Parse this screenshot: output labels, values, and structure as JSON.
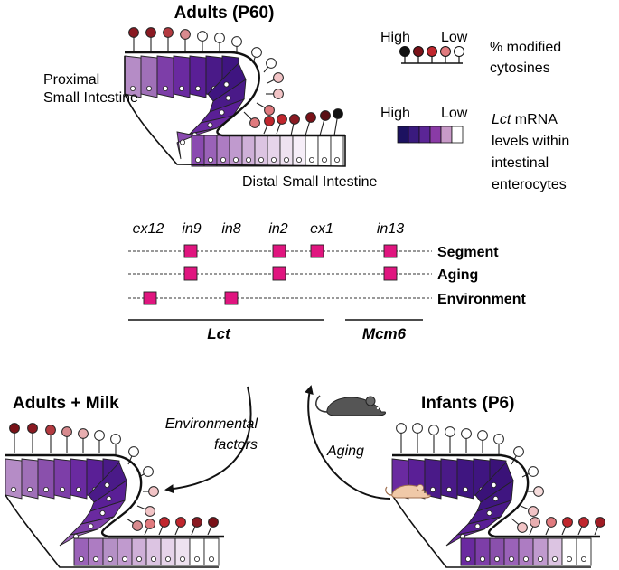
{
  "titles": {
    "adults": "Adults (P60)",
    "adults_milk": "Adults + Milk",
    "infants": "Infants (P6)"
  },
  "regions": {
    "proximal_line1": "Proximal",
    "proximal_line2": "Small Intestine",
    "distal": "Distal Small Intestine"
  },
  "legend": {
    "methylation": {
      "high": "High",
      "low": "Low",
      "label_line1": "% modified",
      "label_line2": "cytosines",
      "colors": [
        "#111111",
        "#7a1218",
        "#c0262d",
        "#e07a7e",
        "#ffffff"
      ]
    },
    "mrna": {
      "high": "High",
      "low": "Low",
      "label_italic": "Lct",
      "label_line1_rest": " mRNA",
      "label_line2": "levels within",
      "label_line3": "intestinal",
      "label_line4": "enterocytes",
      "colors": [
        "#1c1260",
        "#3a1a7e",
        "#5b2596",
        "#8a3ba6",
        "#c89ac8",
        "#ffffff"
      ]
    }
  },
  "track": {
    "segments": [
      "ex12",
      "in9",
      "in8",
      "in2",
      "ex1",
      "in13"
    ],
    "rows": [
      {
        "label": "Segment",
        "marks": [
          "in9",
          "in2",
          "ex1",
          "in13"
        ]
      },
      {
        "label": "Aging",
        "marks": [
          "in9",
          "in2",
          "in13"
        ]
      },
      {
        "label": "Environment",
        "marks": [
          "ex12",
          "in8"
        ]
      }
    ],
    "genes": [
      "Lct",
      "Mcm6"
    ],
    "mark_color": "#e0157f"
  },
  "arrows": {
    "environment_line1": "Environmental",
    "environment_line2": "factors",
    "aging": "Aging"
  },
  "icons": [
    "adult-mouse-icon",
    "infant-mouse-icon"
  ]
}
